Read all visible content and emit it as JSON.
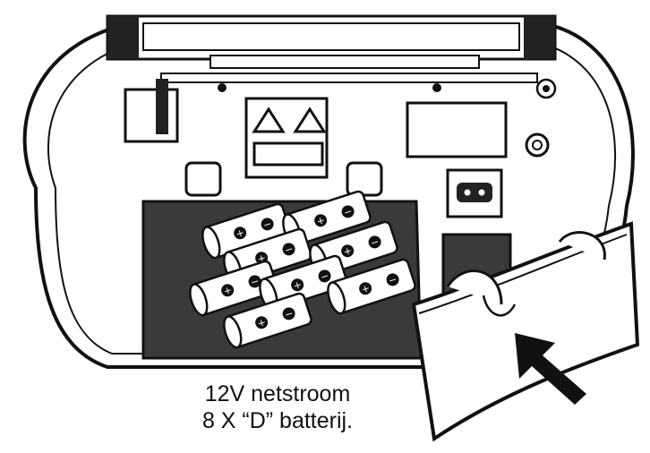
{
  "caption": {
    "line1": "12V netstroom",
    "line2": "8 X “D” batterij."
  },
  "batteries": {
    "count": 8
  },
  "colors": {
    "ink": "#111111",
    "panel": "#3a3a3a",
    "battery": "#ffffff"
  }
}
